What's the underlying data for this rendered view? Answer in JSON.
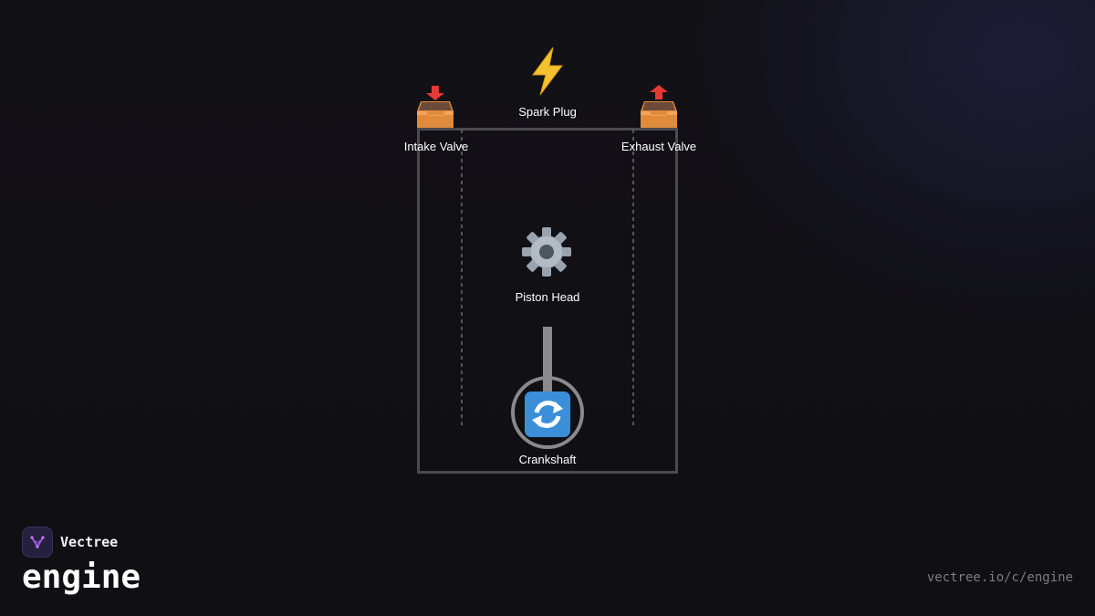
{
  "diagram": {
    "components": {
      "spark_plug": {
        "label": "Spark Plug",
        "icon": "lightning-bolt-icon",
        "glyph": "⚡"
      },
      "intake_valve": {
        "label": "Intake Valve",
        "icon": "inbox-tray-icon",
        "arrow_color": "#e53935"
      },
      "exhaust_valve": {
        "label": "Exhaust Valve",
        "icon": "outbox-tray-icon",
        "arrow_color": "#e53935"
      },
      "piston_head": {
        "label": "Piston Head",
        "icon": "gear-icon",
        "glyph": "⚙"
      },
      "crankshaft": {
        "label": "Crankshaft",
        "icon": "refresh-arrows-icon",
        "glyph": "🔄"
      }
    },
    "colors": {
      "cylinder_wall": "#4a4a4f",
      "guide_line": "#6a6a70",
      "connecting_rod": "#8a8a8d",
      "crank_ring": "#8a8a8d",
      "tray": "#e08a3c"
    }
  },
  "brand": {
    "name": "Vectree",
    "logo_icon": "vectree-logo-icon",
    "accent": "#a259e6"
  },
  "page": {
    "title": "engine",
    "url": "vectree.io/c/engine"
  }
}
